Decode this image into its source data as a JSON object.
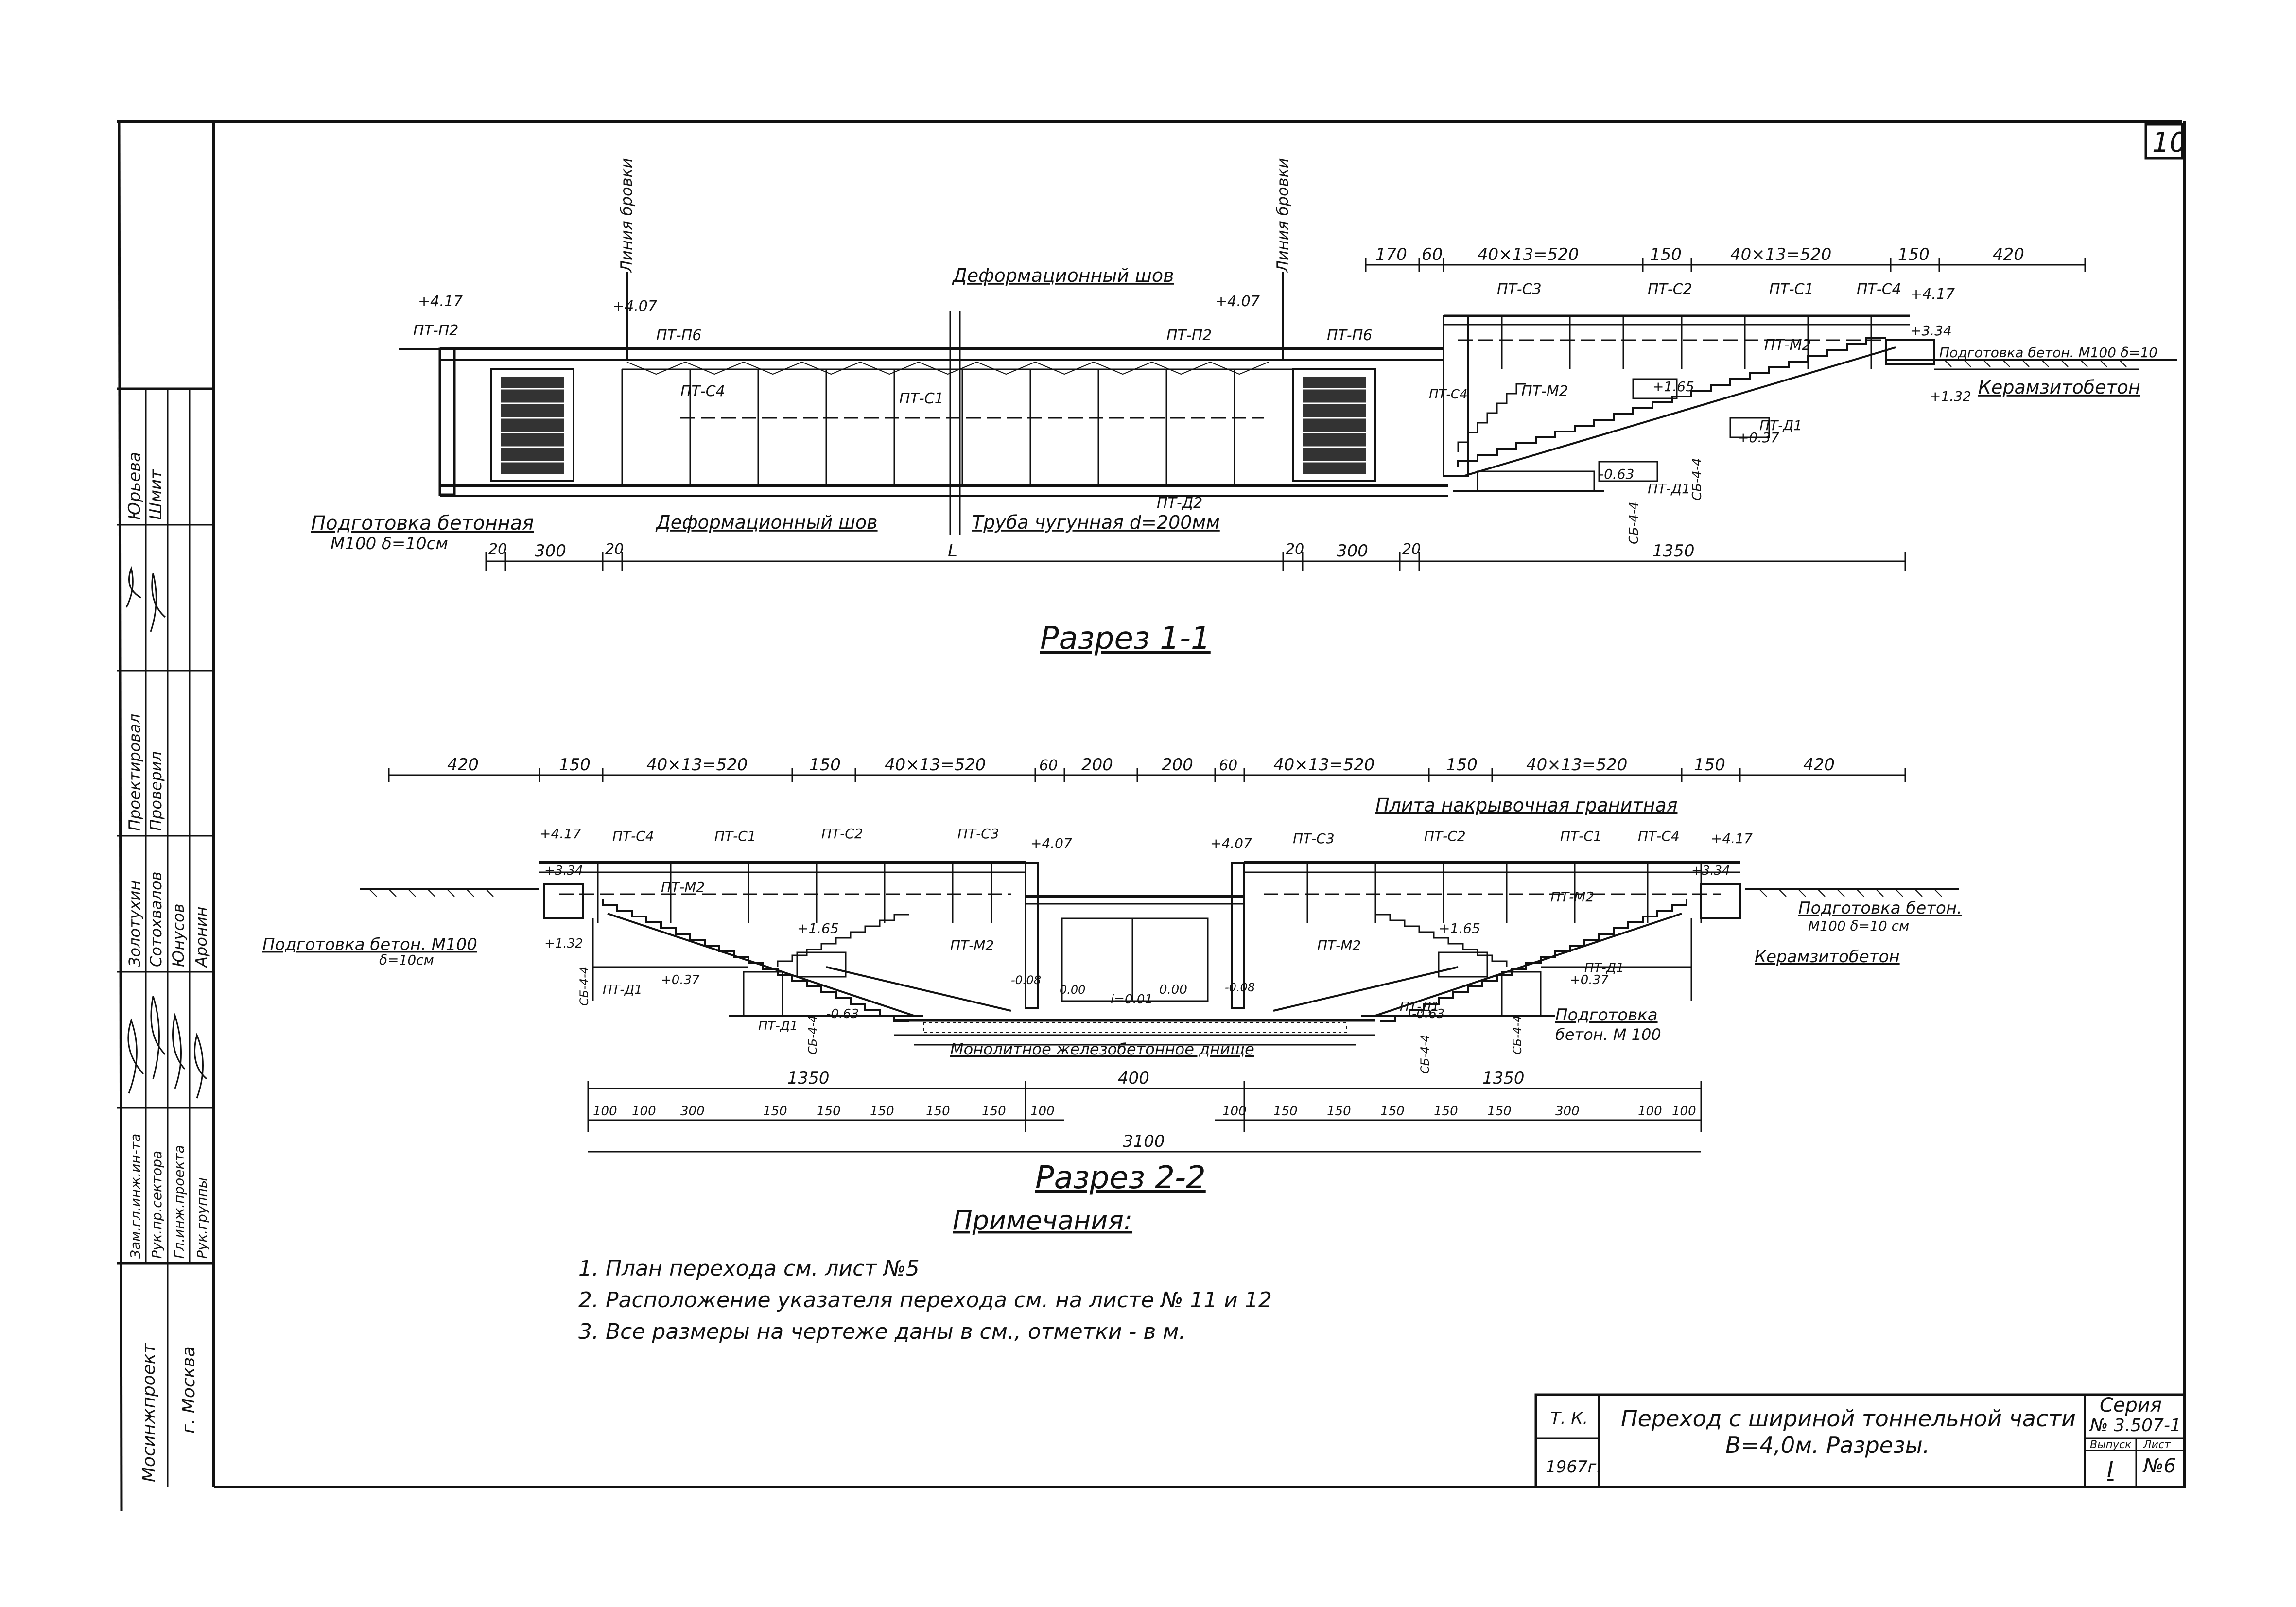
{
  "sheet": {
    "number": "10",
    "stamp_left": {
      "rows": [
        {
          "role": "Зам.гл.инж.ин-та",
          "name": ""
        },
        {
          "role": "Рук.пр.сектора",
          "name": ""
        },
        {
          "role": "Гл.инж.проекта",
          "name": ""
        },
        {
          "role": "Рук.группы",
          "name": ""
        }
      ],
      "names_col1": [
        "Золотухин",
        "Сотохвалов",
        "Юнусов",
        "Аронин"
      ],
      "roles_col": [
        "Проектировал",
        "Проверил"
      ],
      "vertical_names": [
        "Юрьева",
        "Шмит"
      ],
      "org": "Мосинжпроект",
      "city": "г. Москва"
    }
  },
  "section1": {
    "title": "Разрез 1-1",
    "labels": {
      "line_rails_1": "Линия бровки",
      "line_rails_2": "Линия бровки",
      "def_seam_top": "Деформационный шов",
      "def_seam_bottom": "Деформационный шов",
      "pipe": "Труба чугунная d=200мм",
      "prep": "Подготовка бетонная",
      "prep_sub": "М100 δ=10см",
      "keramz": "Керамзитобетон",
      "prep_right": "Подготовка бетон. М100 δ=10"
    },
    "marks": [
      "+4.17",
      "+4.07",
      "+4.07",
      "+4.17",
      "+3.34",
      "+1.65",
      "+1.32",
      "+0.37",
      "-0.63"
    ],
    "elements": [
      "ПТ-П2",
      "ПТ-П6",
      "ПТ-С4",
      "ПТ-С1",
      "ПТ-П2",
      "ПТ-П6",
      "ПТ-С4",
      "ПТ-М2",
      "ПТ-С3",
      "ПТ-С2",
      "ПТ-С1",
      "ПТ-С4",
      "ПТ-М2",
      "ПТ-Д2",
      "ПТ-Д1",
      "ПТ-Д1",
      "СБ-4-4",
      "СБ-4-4"
    ],
    "dims_top": [
      "170",
      "60",
      "40×13=520",
      "150",
      "40×13=520",
      "150",
      "420"
    ],
    "dims_bottom": [
      "20",
      "300",
      "20",
      "L",
      "20",
      "300",
      "20",
      "1350"
    ]
  },
  "section2": {
    "title": "Разрез 2-2",
    "labels": {
      "plate": "Плита накрывочная гранитная",
      "prep_left": "Подготовка бетон. М100",
      "prep_left_sub": "δ=10см",
      "prep_right": "Подготовка бетон.",
      "prep_right_sub": "М100 δ=10 см",
      "keramz": "Керамзитобетон",
      "prep_bottom": "Подготовка",
      "prep_bottom_sub": "бетон. М 100",
      "monolith": "Монолитное железобетонное днище"
    },
    "marks": [
      "+4.17",
      "+3.34",
      "+4.07",
      "+4.07",
      "+4.17",
      "+3.34",
      "+1.65",
      "+1.65",
      "+1.32",
      "+0.37",
      "+0.37",
      "-0.63",
      "-0.63",
      "-0.08",
      "-0.08",
      "0.00",
      "0.00",
      "i=0.01"
    ],
    "elements": [
      "ПТ-С4",
      "ПТ-С1",
      "ПТ-С2",
      "ПТ-С3",
      "ПТ-М2",
      "ПТ-М2",
      "ПТ-Д1",
      "ПТ-Д1",
      "ПТ-С3",
      "ПТ-С2",
      "ПТ-С1",
      "ПТ-С4",
      "ПТ-М2",
      "ПТ-М2",
      "ПТ-Д1",
      "ПТ-Д1",
      "СБ-4-4",
      "СБ-4-4",
      "СБ-4-4",
      "СБ-4-4"
    ],
    "dims_top": [
      "420",
      "150",
      "40×13=520",
      "150",
      "40×13=520",
      "60",
      "200",
      "200",
      "60",
      "40×13=520",
      "150",
      "40×13=520",
      "150",
      "420"
    ],
    "dims_mid": [
      "1350",
      "400",
      "1350"
    ],
    "dims_small_left": [
      "100",
      "100",
      "300",
      "150",
      "150",
      "150",
      "150",
      "150",
      "100"
    ],
    "dims_small_right": [
      "100",
      "150",
      "150",
      "150",
      "150",
      "150",
      "300",
      "100",
      "100"
    ],
    "dims_total": "3100"
  },
  "notes": {
    "heading": "Примечания:",
    "items": [
      "1. План перехода см. лист №5",
      "2. Расположение указателя перехода см. на листе № 11 и 12",
      "3. Все размеры на чертеже даны в см., отметки - в м."
    ]
  },
  "title_block": {
    "tk": "Т. К.",
    "year": "1967г.",
    "title_line1": "Переход с шириной тоннельной части",
    "title_line2": "В=4,0м. Разрезы.",
    "series_label": "Серия",
    "series_value": "№ 3.507-1",
    "issue_label": "Выпуск",
    "issue_value": "I",
    "sheet_label": "Лист",
    "sheet_value": "№6"
  }
}
